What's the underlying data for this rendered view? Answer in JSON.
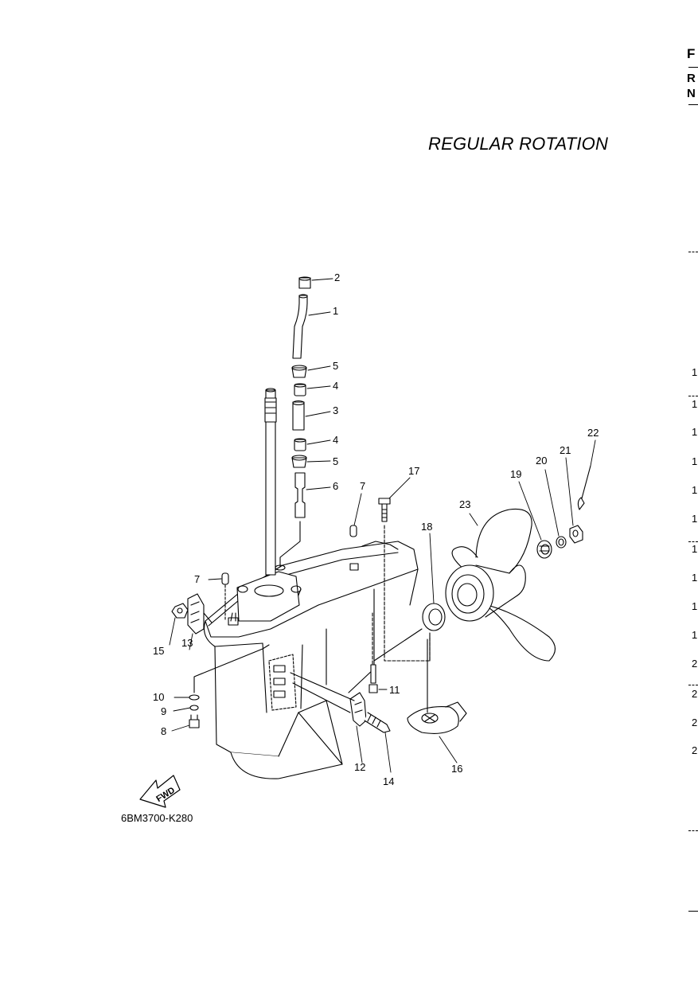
{
  "title": "REGULAR ROTATION",
  "drawing_code": "6BM3700-K280",
  "fwd_label": "FWD",
  "callouts": {
    "c1": "1",
    "c2": "2",
    "c3": "3",
    "c4a": "4",
    "c4b": "4",
    "c5a": "5",
    "c5b": "5",
    "c6": "6",
    "c7a": "7",
    "c7b": "7",
    "c8": "8",
    "c9": "9",
    "c10": "10",
    "c11": "11",
    "c12": "12",
    "c13": "13",
    "c14": "14",
    "c15": "15",
    "c16": "16",
    "c17": "17",
    "c18": "18",
    "c19": "19",
    "c20": "20",
    "c21": "21",
    "c22": "22",
    "c23": "23"
  },
  "edge": {
    "f": "F",
    "r": "R",
    "n": "N",
    "rows": [
      "1",
      "1",
      "1",
      "1",
      "1",
      "1",
      "1",
      "1",
      "1",
      "1",
      "2",
      "2",
      "2",
      "2"
    ]
  }
}
